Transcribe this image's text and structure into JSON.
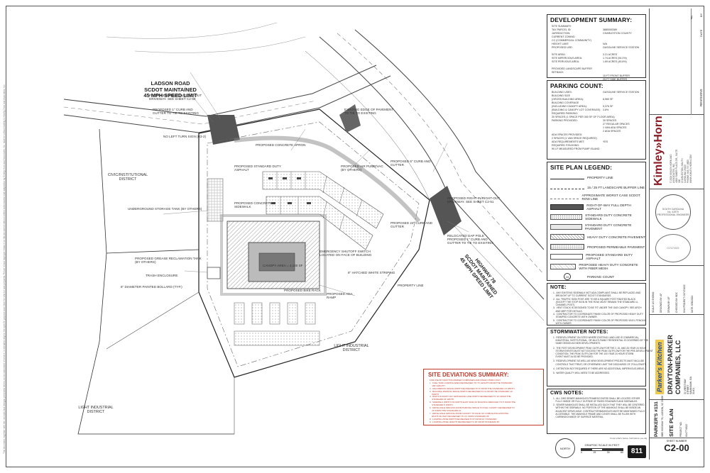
{
  "drawing": {
    "road_labels": {
      "ladson": [
        "LADSON ROAD",
        "SCDOT MAINTAINED",
        "45 MPH SPEED LIMIT"
      ],
      "highway": [
        "HIGHWAY 78",
        "SCDOT MAINTAINED",
        "45 MPH SPEED LIMIT"
      ]
    },
    "zones": {
      "civic": "CIVIC/INSTITUTIONAL\nDISTRICT",
      "light_industrial_bottom": "LIGHT INDUSTRIAL\nDISTRICT",
      "light_industrial_left": "LIGHT INDUSTRIAL\nDISTRICT"
    },
    "callouts": {
      "c1": "PROPOSED RIGHT-IN/RIGHT-OUT\nDRIVEWAY. SEE SHEET C2-50",
      "c2": "PROPOSED 1'' CURB AND\nGUTTER TO TIE TO EXISTING",
      "c3": "EXISTING EDGE OF PAVEMENT\nTO TIE TO EXISTING",
      "c4": "PROPOSED CONCRETE APRON",
      "c5": "PROPOSED CONCRETE SIDEWALK",
      "c6": "PROPOSED 6\" CURB AND GUTTER",
      "c7": "UNDERGROUND STORAGE TANK (BY OTHERS)",
      "c8": "PROPOSED 24\" CURB AND\nGUTTER",
      "c9": "CANOPY AREA = 4,140 SF",
      "c10": "PROPOSED BIKE RACK",
      "c11": "PROPOSED ADA RAMP",
      "c12": "PROPERTY LINE",
      "c13": "TRASH ENCLOSURE",
      "c14": "6\" DIAMETER PAINTED BOLLARD (TYP.)",
      "c15": "PROPOSED GREASE RECLAMATION TANK\n(BY OTHERS)",
      "c16": "PROPOSED RIGHT-IN/RIGHT-OUT\nDRIVEWAY. SEE SHEET C2-51",
      "c17": "RELOCATED DAP POLE\nPROPOSED 1'' CURB AND\nGUTTER TO TIE TO EXISTING",
      "c18": "EMERGENCY SHUTOFF SWITCH\nLOCATED ON FACE OF BUILDING",
      "c19": "6\" HATCHED WHITE STRIPING",
      "c20": "NO LEFT TURN SIGN (R3-2)",
      "c21": "PROPOSED AIR PUMP/VAC\n(BY OTHERS)",
      "c22": "PROPOSED STANDARD DUTY ASPHALT"
    }
  },
  "development_summary": {
    "title": "DEVELOPMENT SUMMARY:",
    "rows": [
      {
        "k": "SITE SUMMARY:",
        "v": ""
      },
      {
        "k": "TAX PARCEL ID:",
        "v": "3880000389"
      },
      {
        "k": "JURISDICTION:",
        "v": "CHARLESTON COUNTY"
      },
      {
        "k": "CURRENT ZONING:",
        "v": "CC (COMMERCIAL COMMUNITY)"
      },
      {
        "k": "HEIGHT LIMIT:",
        "v": "N/A"
      },
      {
        "k": "PROPOSED USE:",
        "v": "GASOLINE SERVICE STATION"
      },
      {
        "k": "",
        "v": ""
      },
      {
        "k": "SITE AREA:",
        "v": "3.21 ACRES"
      },
      {
        "k": "SITE IMPERVIOUS AREA:",
        "v": "1.74 ACRES (54.2%)"
      },
      {
        "k": "SITE PERVIOUS AREA:",
        "v": "1.69 ACRES (45.8%)"
      },
      {
        "k": "",
        "v": ""
      },
      {
        "k": "PROVIDED LANDSCAPE BUFFER SETBACK",
        "v": ""
      },
      {
        "k": "",
        "v": "15 FT FRONT BUFFER"
      },
      {
        "k": "",
        "v": "25 FT SIDE BUFFER"
      }
    ]
  },
  "parking_count": {
    "title": "PARKING COUNT:",
    "rows": [
      {
        "k": "BUILDING USES:",
        "v": "GASOLINE SERVICE STATION"
      },
      {
        "k": "BUILDING SIZE",
        "v": ""
      },
      {
        "k": "(GROSS BUILDING AREA):",
        "v": "8,960 SF"
      },
      {
        "k": "BUILDING COVERAGE",
        "v": ""
      },
      {
        "k": "(INCLUDING CANOPY AREA):",
        "v": "5,376 SF"
      },
      {
        "k": "(BUILDING & CANOPY LOT COVERAGE):",
        "v": "3.8%"
      },
      {
        "k": "REQUIRED PARKING:",
        "v": "30 SPACES (1 SPACE PER 300 SF OF FLOOR AREA)"
      },
      {
        "k": "PARKING PROVIDED:",
        "v": "30 SPACES"
      },
      {
        "k": "",
        "v": "27 REGULAR SPACES"
      },
      {
        "k": "",
        "v": "1 VAN ADA SPACES"
      },
      {
        "k": "",
        "v": "2 ADA SPACES"
      },
      {
        "k": "ADA SPACES PROVIDED:",
        "v": "2 SPACES (1 VAN SPACE REQUIRED)"
      },
      {
        "k": "ADA REQUIREMENTS MET:",
        "v": "YES"
      },
      {
        "k": "REQUIRED STACKING:",
        "v": "90 LF MEASURED FROM PUMP ISLAND"
      }
    ]
  },
  "legend": {
    "title": "SITE PLAN LEGEND:",
    "items": [
      {
        "label": "PROPERTY LINE",
        "style": "line-solid"
      },
      {
        "label": "15 / 25 FT LANDSCAPE BUFFER LINE",
        "style": "line-dash"
      },
      {
        "label": "APPROXIMATE WORST CASE SCDOT ROW LINE",
        "style": "line-dashdot"
      },
      {
        "label": "RIGHT-OF-WAY FULL DEPTH ASPHALT",
        "style": "fill-dark"
      },
      {
        "label": "STANDARD DUTY CONCRETE SIDEWALK",
        "style": "fill-dots"
      },
      {
        "label": "STANDARD DUTY CONCRETE PAVEMENT",
        "style": "fill-light"
      },
      {
        "label": "HEAVY DUTY CONCRETE PAVEMENT",
        "style": "fill-hatch"
      },
      {
        "label": "PROPOSED PERMEABLE PAVEMENT",
        "style": "fill-grid"
      },
      {
        "label": "PROPOSED STANDARD DUTY ASPHALT",
        "style": "fill-blank"
      },
      {
        "label": "PROPOSED HEAVY DUTY CONCRETE WITH FIBER MESH",
        "style": "fill-cross"
      },
      {
        "label": "PARKING COUNT",
        "style": "circle-10"
      }
    ]
  },
  "notes": {
    "title": "NOTE:",
    "lines": [
      "1.  ANY EXISTING SIDEWALK NOT ADA COMPLIANT SHALL BE REPLACED AND",
      "    BROUGHT UP TO CURRENT SCDOT STANDARDS.",
      "2.  ALL TRAFFIC SIGN POST ARE TO BE A SQUARE POST PAINTED BLACK",
      "    (EXCEPT THE STOP SIGN IN THE ROW, MUST REMAIN THE STANDARD U-",
      "    CHANNEL POST)",
      "3.  VENT STACK IS DESIGNED TO BE FIT UNDER THE GAS CANOPY. SEE ARCH",
      "    AND MEP FOR DETAILS.",
      "4.  CONTRACTOR TO COORDINATE FINISH COLOR OF PROPOSED HEAVY DUTY",
      "    STAMPED CONCRETE WITH OWNER.",
      "5.  CONTRACTOR TO COORDINATE FINISH COLOR OF PROPOSED VINYL FENCING",
      "    WITH OWNER."
    ]
  },
  "stormwater": {
    "title": "STORMWATER NOTES:",
    "lines": [
      "1.  REDEVELOPMENT ON SITES WHERE EXISTING LAND USE IS COMMERCIAL,",
      "    INDUSTRIAL, INSTITUTIONAL, OR MULTI-FAMILY RESIDENTIAL IS GOVERNED BY THE",
      "    SAME DESIGN AS NEW DEVELOPMENTS.",
      "",
      "2.  THE POST DEVELOPMENT PEAK OUTFLOW FOR THE 2, 10, AND 25 YEAR 24 HOUR",
      "    STORM EVENTS MUST NOT EXCEED THE PEAK OUTFLOW FOR THE PRE-DEVELOPMENT",
      "    CONDITION. THE PEAK OUTFLOW FOR THE 100 YEAR 24 HOUR STORM",
      "    EVENT MUST ALSO BE PROVIDED.",
      "",
      "3.  REDEVELOPMENT AS WELL AS NEW DEVELOPMENT PROJECTS MUST INCLUDE",
      "    CONTROLS THAT TREAT, OR OTHERWISE LIMIT THE DISCHARGE OF, POLLUTANTS.",
      "",
      "4.  DETENTION NOT REQUIRED IF THERE ARE NO ADDITIONAL IMPERVIOUS AREAS.",
      "",
      "5.  WATER QUALITY WILL NEED TO BE ADDRESSED."
    ]
  },
  "cws_notes": {
    "title": "CWS NOTES:",
    "lines": [
      "1.  ALL CWS SEWER MANHOLES FRAMES/COVERS SHALL BE LOCATED EITHER",
      "    FULLY INSIDE OR FULLY OUTSIDE OF PAVED ROADWAYS AND SIDEWALKS.",
      "2.  SEWER MANHOLES SHALL BE INSTALLED SUCH THAT THEY WILL BE CENTERED",
      "    WITHIN THE SIDEWALK. NO PORTION OF THE MANHOLE SHALL BE INSIDE AN",
      "    ADJACENT DRIVE AISLE. CONTRACTOR/MANHOLES MUST BE MAINTAINED FULLY",
      "    ACCESSIBLE. THE MANHOLE FRAME AND COVER SHALL BE FLUSH WITH",
      "    CURBING/CHANGE OF SURFACE MATERIAL."
    ]
  },
  "site_deviations": {
    "title": "SITE DEVIATIONS SUMMARY:",
    "lines": [
      "FOR USE BY DRAYTON-PARKER COMPANIES AND KIMLEY-HORN ONLY:",
      "1.  FUEL TANK LOADING AREA DECREASED TO 70' LENGTH FROM THE STANDARD",
      "    100' LENGTH",
      "2.  ADA PARKING SPACE WIDTH DECREASED TO 8' FROM THE STANDARD 10' WIDTH",
      "3.  BUILDING PARKING SPACE WIDTH DECREASED TO 9' FROM THE STANDARD 10'",
      "    WIDTH",
      "4.  RIGHT-IN RIGHT-OUT ENTRANCE LANE WIDTH DECREASED TO 16' FROM THE",
      "    STANDARD 18' WIDTH",
      "5.  SIDEWALK WIDTH ON NORTH-EAST SIDE OF BUILDING REDUCED TO 5' FROM THE",
      "    STANDARD 6' WIDTH",
      "6.  DRIVE AISLE SPACING FROM PARKING SPACE TO FUEL CANOPY DECREASED TO",
      "    20' FROM THE STANDARD 24'",
      "7.  DRIVE AISLE SPACING FROM CANOPY TO FACE OF CURB ALONG EXISTING",
      "    RIGHT-OF-WAY DECREASED TO 24' FROM STANDARD 26'",
      "8.  LOADING ZONE WIDTH DECREASED TO 8' FROM 10' STANDARD",
      "9.  LOADING ZONE LENGTH DECREASED TO 30' FROM STANDARD 35'"
    ]
  },
  "title_block": {
    "firm": "Kimley»Horn",
    "firm_address": "© 2024 KIMLEY-HORN AND ASSOCIATES, INC.\n4000 FABER PLACE DR., SUITE 300\nCHARLESTON, SOUTH CAROLINA 29405\nPHONE: 843-737-0600\nWWW.KIMLEY-HORN.COM",
    "revisions_label": "REVISIONS",
    "date_label": "DATE",
    "by_label": "BY",
    "no_label": "No.",
    "seal_text": "SOUTH CAROLINA\nNo. 41970\nPROFESSIONAL ENGINEER",
    "kha_project_label": "KHA PROJECT",
    "kha_project": "017474022",
    "date_label2": "DATE",
    "date": "8/30/2024",
    "scale_label": "SCALE",
    "scale": "AS SHOWN",
    "designed_label": "DESIGNED BY",
    "designed": "AF",
    "drawn_label": "DRAWN BY",
    "drawn": "AF",
    "checked_label": "CHECKED BY",
    "checked": "BDC",
    "brand_logo": "Parker's Kitchen",
    "client_line1": "DRAYTON-PARKER",
    "client_line2": "COMPANIES, LLC",
    "client_address": "30 WEST BAY STREET\nSAVANNAH, GA 31401",
    "project_name": "PARKER'S #131",
    "project_address": "8685 HIGHWAY 78, LADSON, SC 29456",
    "sheet_title": "SITE PLAN",
    "project_no_label": "PROJECT NO.",
    "project_no": "014774022",
    "sheet_number_label": "SHEET NUMBER",
    "sheet_number": "C2-00"
  },
  "bottom": {
    "graphic_scale_label": "GRAPHIC SCALE IN FEET",
    "scale_ticks": [
      "0",
      "15",
      "30",
      "60"
    ],
    "north_label": "NORTH",
    "call_811": "811",
    "sc_call": "Know what's below. Call before you dig."
  },
  "margin_text": "This document, together with the concepts and designs presented herein, as an instrument of service, is intended only for the specific purpose and client for which it was prepared. Reuse of and improper reliance on this document without written authorization and adaptation by Kimley-Horn and Associates, Inc. shall be without liability to Kimley-Horn and Associates, Inc."
}
